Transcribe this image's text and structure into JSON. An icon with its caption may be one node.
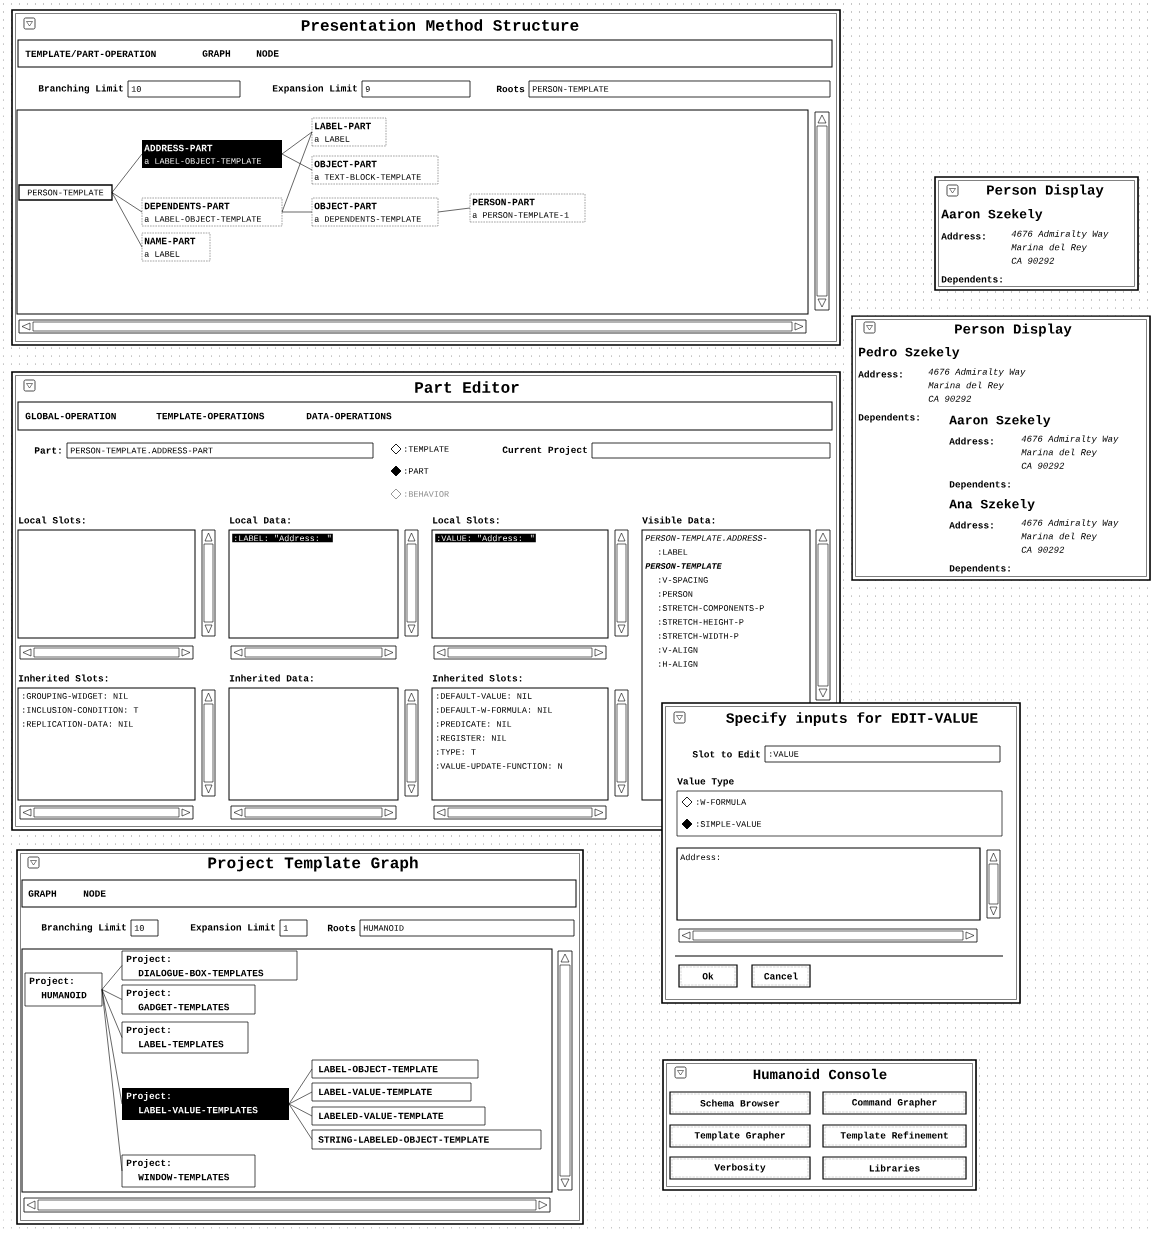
{
  "diagram": {
    "nodes": [
      {
        "text": [
          "Presentation Method Structure"
        ]
      },
      {
        "text": [
          "TEMPLATE/PART-OPERATION",
          "GRAPH",
          "NODE"
        ],
        "in": 0
      },
      {
        "text": [
          "10"
        ],
        "beside": [
          "Branching Limit"
        ],
        "in": 0
      },
      {
        "text": [
          "9"
        ],
        "beside": [
          "Expansion Limit"
        ],
        "in": 0
      },
      {
        "text": [
          "PERSON-TEMPLATE"
        ],
        "beside": [
          "Roots"
        ],
        "in": 0
      },
      {
        "text": [
          "PERSON-TEMPLATE"
        ],
        "in": 0
      },
      {
        "text": [
          "ADDRESS-PART",
          "a LABEL-OBJECT-TEMPLATE"
        ],
        "in": 0
      },
      {
        "text": [
          "DEPENDENTS-PART",
          "a LABEL-OBJECT-TEMPLATE"
        ],
        "in": 0
      },
      {
        "text": [
          "NAME-PART",
          "a LABEL"
        ],
        "in": 0
      },
      {
        "text": [
          "LABEL-PART",
          "a LABEL"
        ],
        "in": 0
      },
      {
        "text": [
          "OBJECT-PART",
          "a TEXT-BLOCK-TEMPLATE"
        ],
        "in": 0
      },
      {
        "text": [
          "OBJECT-PART",
          "a DEPENDENTS-TEMPLATE"
        ],
        "in": 0
      },
      {
        "text": [
          "PERSON-PART",
          "a PERSON-TEMPLATE-1"
        ],
        "in": 0
      },
      {
        "text": [
          "Person Display",
          "Aaron Szekely",
          "Address:",
          "4676 Admiralty Way Marina del Rey CA 90292",
          "Dependents:"
        ]
      },
      {
        "text": [
          "Person Display",
          "Pedro Szekely",
          "Address:",
          "4676 Admiralty Way Marina del Rey CA 90292",
          "Dependents:",
          "Aaron Szekely",
          "Address:",
          "4676 Admiralty Way Marina del Rey CA 90292",
          "Dependents:",
          "Ana Szekely",
          "Address:",
          "4676 Admiralty Way Marina del Rey CA 90292",
          "Dependents:"
        ]
      },
      {
        "text": [
          "Part Editor"
        ]
      },
      {
        "text": [
          "GLOBAL-OPERATION",
          "TEMPLATE-OPERATIONS",
          "DATA-OPERATIONS"
        ],
        "in": 15
      },
      {
        "text": [
          "PERSON-TEMPLATE.ADDRESS-PART"
        ],
        "beside": [
          "Part:"
        ],
        "in": 15
      },
      {
        "text": [],
        "shape": "box",
        "beside": [
          "Current Project"
        ],
        "in": 15
      },
      {
        "text": [
          "Local Slots:"
        ],
        "in": 15
      },
      {
        "text": [
          "Local Data:",
          ":LABEL: \"Address: \""
        ],
        "in": 15
      },
      {
        "text": [
          "Local Slots:",
          ":VALUE: \"Address: \""
        ],
        "in": 15
      },
      {
        "text": [
          "Visible Data:",
          "PERSON-TEMPLATE.ADDRESS-",
          ":LABEL",
          "PERSON-TEMPLATE",
          ":V-SPACING",
          ":PERSON",
          ":STRETCH-COMPONENTS-P",
          ":STRETCH-HEIGHT-P",
          ":STRETCH-WIDTH-P",
          ":V-ALIGN",
          ":H-ALIGN"
        ],
        "in": 15
      },
      {
        "text": [
          "Inherited Slots:",
          ":GROUPING-WIDGET: NIL",
          ":INCLUSION-CONDITION: T",
          ":REPLICATION-DATA: NIL"
        ],
        "in": 15
      },
      {
        "text": [
          "Inherited Data:"
        ],
        "in": 15
      },
      {
        "text": [
          "Inherited Slots:",
          ":DEFAULT-VALUE: NIL",
          ":DEFAULT-W-FORMULA: NIL",
          ":PREDICATE: NIL",
          ":REGISTER: NIL",
          ":TYPE: T",
          ":VALUE-UPDATE-FUNCTION: N"
        ],
        "in": 15
      },
      {
        "text": [
          "Specify inputs for EDIT-VALUE"
        ]
      },
      {
        "text": [
          ":VALUE"
        ],
        "beside": [
          "Slot to Edit"
        ],
        "in": 26
      },
      {
        "text": [
          ":W-FORMULA",
          ":SIMPLE-VALUE"
        ],
        "in": 26
      },
      {
        "text": [
          "Address:"
        ],
        "in": 26
      },
      {
        "text": [
          "Ok"
        ],
        "in": 26
      },
      {
        "text": [
          "Cancel"
        ],
        "in": 26
      },
      {
        "text": [
          "Project Template Graph"
        ]
      },
      {
        "text": [
          "GRAPH",
          "NODE"
        ],
        "in": 32
      },
      {
        "text": [
          "10"
        ],
        "beside": [
          "Branching Limit"
        ],
        "in": 32
      },
      {
        "text": [
          "1"
        ],
        "beside": [
          "Expansion Limit"
        ],
        "in": 32
      },
      {
        "text": [
          "HUMANOID"
        ],
        "beside": [
          "Roots"
        ],
        "in": 32
      },
      {
        "text": [
          "Project:",
          "HUMANOID"
        ],
        "in": 32
      },
      {
        "text": [
          "Project:",
          "DIALOGUE-BOX-TEMPLATES"
        ],
        "in": 32
      },
      {
        "text": [
          "Project:",
          "GADGET-TEMPLATES"
        ],
        "in": 32
      },
      {
        "text": [
          "Project:",
          "LABEL-TEMPLATES"
        ],
        "in": 32
      },
      {
        "text": [
          "Project:",
          "LABEL-VALUE-TEMPLATES"
        ],
        "in": 32
      },
      {
        "text": [
          "Project:",
          "WINDOW-TEMPLATES"
        ],
        "in": 32
      },
      {
        "text": [
          "LABEL-OBJECT-TEMPLATE"
        ],
        "in": 32
      },
      {
        "text": [
          "LABEL-VALUE-TEMPLATE"
        ],
        "in": 32
      },
      {
        "text": [
          "LABELED-VALUE-TEMPLATE"
        ],
        "in": 32
      },
      {
        "text": [
          "STRING-LABELED-OBJECT-TEMPLATE"
        ],
        "in": 32
      },
      {
        "text": [
          "Humanoid Console"
        ]
      },
      {
        "text": [
          "Schema Browser"
        ],
        "in": 47
      },
      {
        "text": [
          "Command Grapher"
        ],
        "in": 47
      },
      {
        "text": [
          "Template Grapher"
        ],
        "in": 47
      },
      {
        "text": [
          "Template Refinement"
        ],
        "in": 47
      },
      {
        "text": [
          "Verbosity"
        ],
        "in": 47
      },
      {
        "text": [
          "Libraries"
        ],
        "in": 47
      }
    ],
    "edges": [
      {
        "from": 5,
        "to": 6,
        "arrow": "none"
      },
      {
        "from": 5,
        "to": 7,
        "arrow": "none"
      },
      {
        "from": 5,
        "to": 8,
        "arrow": "none"
      },
      {
        "from": 6,
        "to": 9,
        "arrow": "none"
      },
      {
        "from": 6,
        "to": 10,
        "arrow": "none"
      },
      {
        "from": 7,
        "to": 9,
        "arrow": "none"
      },
      {
        "from": 7,
        "to": 11,
        "arrow": "none"
      },
      {
        "from": 11,
        "to": 12,
        "arrow": "none"
      },
      {
        "from": 37,
        "to": 38,
        "arrow": "none"
      },
      {
        "from": 37,
        "to": 39,
        "arrow": "none"
      },
      {
        "from": 37,
        "to": 40,
        "arrow": "none"
      },
      {
        "from": 37,
        "to": 41,
        "arrow": "none"
      },
      {
        "from": 37,
        "to": 42,
        "arrow": "none"
      },
      {
        "from": 41,
        "to": 43,
        "arrow": "none"
      },
      {
        "from": 41,
        "to": 44,
        "arrow": "none"
      },
      {
        "from": 41,
        "to": 45,
        "arrow": "none"
      },
      {
        "from": 41,
        "to": 46,
        "arrow": "none"
      }
    ],
    "labels": [
      ":TEMPLATE",
      ":PART",
      ":BEHAVIOR",
      "Value Type"
    ]
  }
}
